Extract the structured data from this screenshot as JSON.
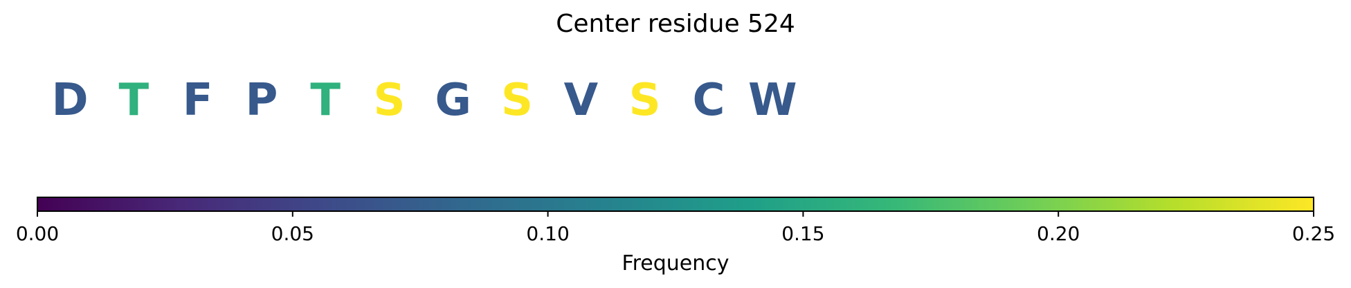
{
  "chart_data": {
    "type": "heatmap",
    "title": "Center residue 524",
    "residues": [
      {
        "letter": "D",
        "frequency": 0.07
      },
      {
        "letter": "T",
        "frequency": 0.16
      },
      {
        "letter": "F",
        "frequency": 0.07
      },
      {
        "letter": "P",
        "frequency": 0.07
      },
      {
        "letter": "T",
        "frequency": 0.16
      },
      {
        "letter": "S",
        "frequency": 0.25
      },
      {
        "letter": "G",
        "frequency": 0.07
      },
      {
        "letter": "S",
        "frequency": 0.25
      },
      {
        "letter": "V",
        "frequency": 0.07
      },
      {
        "letter": "S",
        "frequency": 0.25
      },
      {
        "letter": "C",
        "frequency": 0.07
      },
      {
        "letter": "W",
        "frequency": 0.07
      }
    ],
    "colorbar": {
      "label": "Frequency",
      "range": [
        0.0,
        0.25
      ],
      "ticks": [
        "0.00",
        "0.05",
        "0.10",
        "0.15",
        "0.20",
        "0.25"
      ],
      "colormap": "viridis",
      "colormap_stops": [
        "#440154",
        "#482878",
        "#3e4989",
        "#31688e",
        "#26828e",
        "#1f9e89",
        "#35b779",
        "#6ece58",
        "#b5de2b",
        "#fde725"
      ]
    }
  }
}
